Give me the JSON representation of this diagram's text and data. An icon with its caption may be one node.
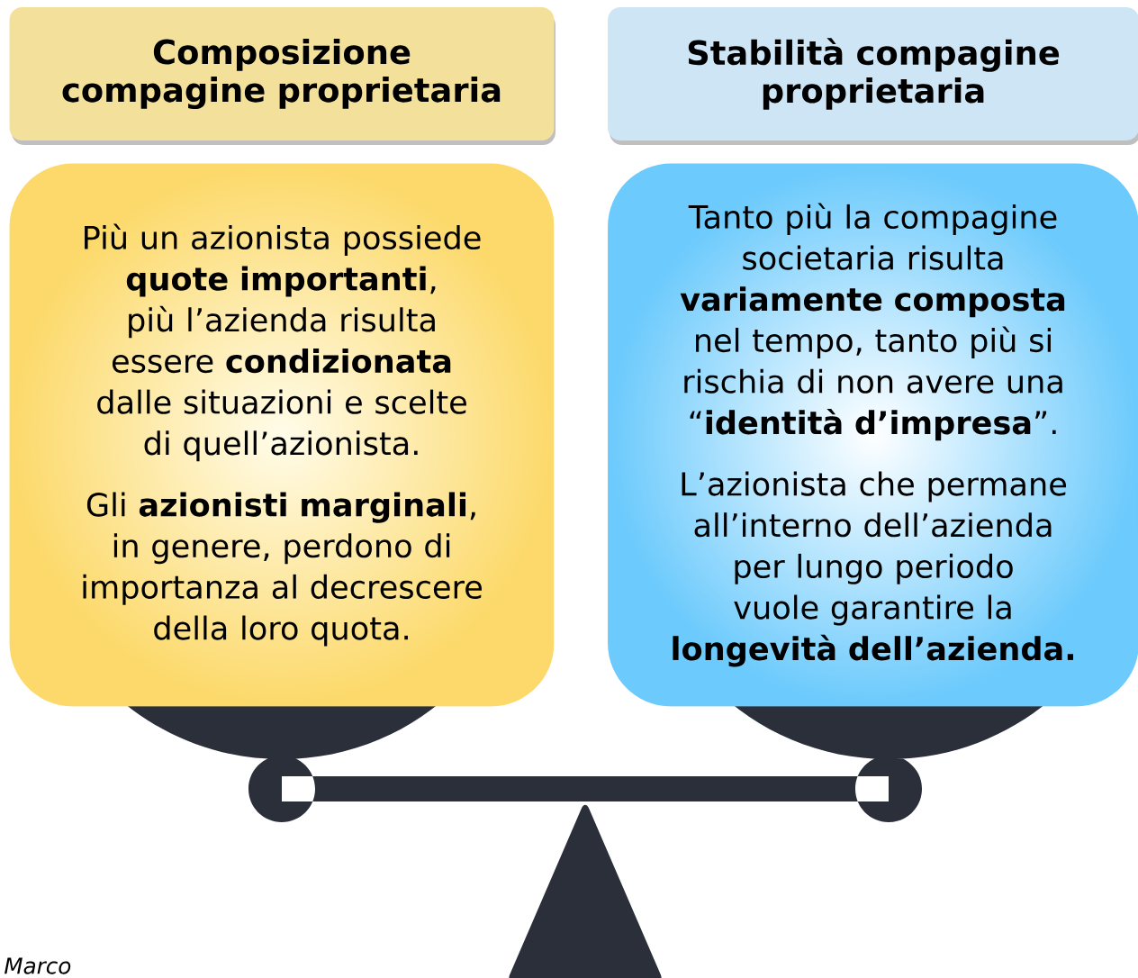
{
  "diagram": {
    "nodes": [
      {
        "text": [
          "Composizione compagine proprietaria"
        ]
      },
      {
        "text": [
          "Stabilità compagine proprietaria"
        ]
      },
      {
        "text": [
          "Più un azionista possiede **quote importanti**, più l’azienda risulta essere **condizionata** dalle situazioni e scelte di quell’azionista.",
          "Gli **azionisti marginali**, in genere, perdono di importanza al decrescere della loro quota."
        ]
      },
      {
        "text": [
          "Tanto più la compagine societaria risulta **variamente composta** nel tempo, tanto più si rischia di non avere una “**identità d’impresa**”.",
          "L’azionista che permane all’interno dell’azienda per lungo periodo vuole garantire la **longevità dell’azienda.**"
        ]
      }
    ],
    "labels": [
      "Marco"
    ]
  }
}
